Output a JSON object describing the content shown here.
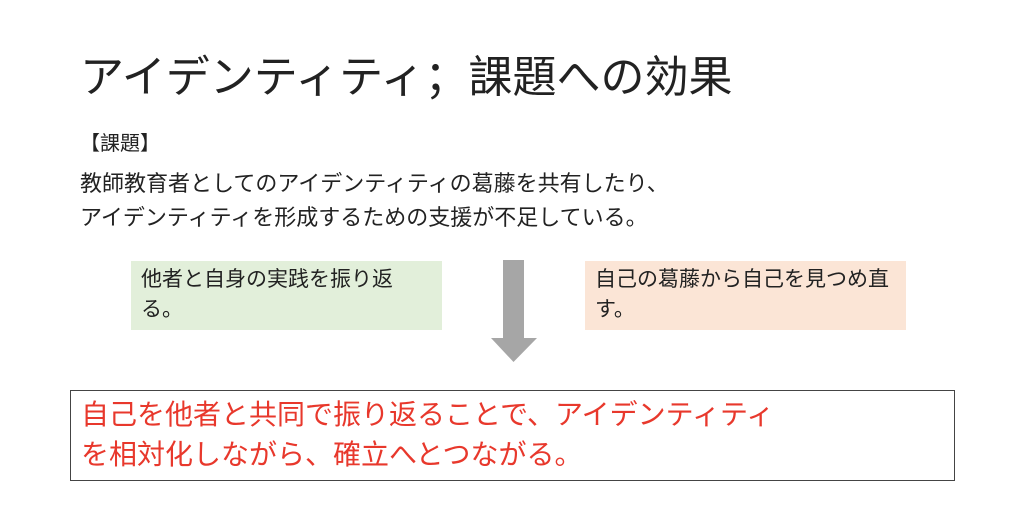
{
  "title": "アイデンティティ；課題への効果",
  "issue_label": "【課題】",
  "issue_lines": [
    "教師教育者としてのアイデンティティの葛藤を共有したり、",
    "アイデンティティを形成するための支援が不足している。"
  ],
  "left_box": "他者と自身の実践を振り返る。",
  "right_box": "自己の葛藤から自己を見つめ直す。",
  "result_lines": [
    "自己を他者と共同で振り返ることで、アイデンティティ",
    "を相対化しながら、確立へとつながる。"
  ],
  "colors": {
    "green": "#e2efda",
    "orange": "#fbe5d6",
    "arrow": "#a6a6a6",
    "result_text": "#e8382c"
  }
}
